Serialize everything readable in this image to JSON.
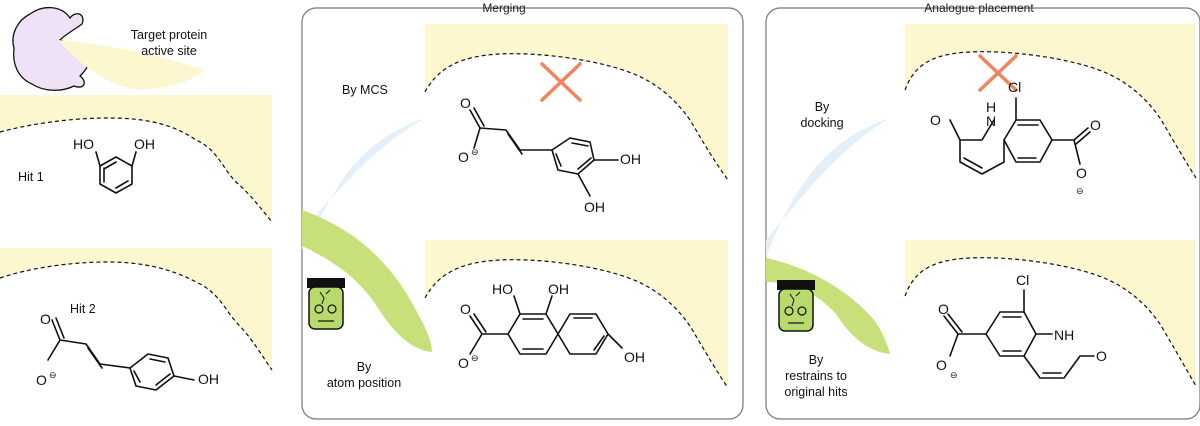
{
  "left": {
    "target_label_line1": "Target protein",
    "target_label_line2": "active site",
    "hit1_label": "Hit 1",
    "hit2_label": "Hit 2"
  },
  "merging": {
    "title": "Merging",
    "by_mcs_line1": "By MCS",
    "by_atom_line1": "By",
    "by_atom_line2": "atom position"
  },
  "analogue": {
    "title": "Analogue placement",
    "by_docking_line1": "By",
    "by_docking_line2": "docking",
    "by_restrains_line1": "By",
    "by_restrains_line2": "restrains to",
    "by_restrains_line3": "original hits"
  },
  "atoms": {
    "OH": "OH",
    "HO": "HO",
    "O": "O",
    "Cl": "Cl",
    "NH": "NH",
    "H": "H",
    "N": "N",
    "minus": "⊖"
  },
  "colors": {
    "site_fill": "#fcf7cf",
    "reject_mark": "#f0845e",
    "face_green": "#b8d96b",
    "wisp_green": "#c7e07a",
    "wisp_blue": "#e3f0f9",
    "protein_fill": "#efe1f6"
  },
  "icons": [
    "protein-blob-icon",
    "frankenstein-face-icon",
    "reject-cross-icon"
  ]
}
